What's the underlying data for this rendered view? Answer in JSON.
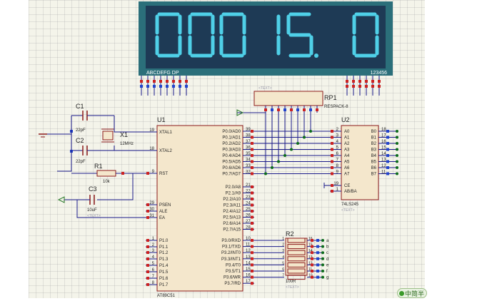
{
  "display": {
    "digits": "00015.0",
    "segment_label": "ABCDEFG DP",
    "digit_label": "123456",
    "text_placeholder": "<TEXT>"
  },
  "components": {
    "c1": {
      "ref": "C1",
      "value": "22pF"
    },
    "c2": {
      "ref": "C2",
      "value": "22pF"
    },
    "c3": {
      "ref": "C3",
      "value": "10uF"
    },
    "x1": {
      "ref": "X1",
      "value": "12MHz"
    },
    "r1": {
      "ref": "R1",
      "value": "10k"
    },
    "rp1": {
      "ref": "RP1",
      "value": "RESPACK-8"
    },
    "r2": {
      "ref": "R2",
      "value": "100R"
    },
    "u1": {
      "ref": "U1",
      "part": "AT89C51"
    },
    "u2": {
      "ref": "U2",
      "part": "74LS245"
    }
  },
  "u1_left_pins": [
    {
      "num": "19",
      "name": "XTAL1"
    },
    {
      "num": "18",
      "name": "XTAL2"
    },
    {
      "num": "9",
      "name": "RST"
    },
    {
      "num": "29",
      "name": "PSEN"
    },
    {
      "num": "30",
      "name": "ALE"
    },
    {
      "num": "31",
      "name": "EA"
    },
    {
      "num": "1",
      "name": "P1.0"
    },
    {
      "num": "2",
      "name": "P1.1"
    },
    {
      "num": "3",
      "name": "P1.2"
    },
    {
      "num": "4",
      "name": "P1.3"
    },
    {
      "num": "5",
      "name": "P1.4"
    },
    {
      "num": "6",
      "name": "P1.5"
    },
    {
      "num": "7",
      "name": "P1.6"
    },
    {
      "num": "8",
      "name": "P1.7"
    }
  ],
  "u1_right_pins": [
    {
      "num": "39",
      "name": "P0.0/AD0"
    },
    {
      "num": "38",
      "name": "P0.1/AD1"
    },
    {
      "num": "37",
      "name": "P0.2/AD2"
    },
    {
      "num": "36",
      "name": "P0.3/AD3"
    },
    {
      "num": "35",
      "name": "P0.4/AD4"
    },
    {
      "num": "34",
      "name": "P0.5/AD5"
    },
    {
      "num": "33",
      "name": "P0.6/AD6"
    },
    {
      "num": "32",
      "name": "P0.7/AD7"
    },
    {
      "num": "21",
      "name": "P2.0/A8"
    },
    {
      "num": "22",
      "name": "P2.1/A9"
    },
    {
      "num": "23",
      "name": "P2.2/A10"
    },
    {
      "num": "24",
      "name": "P2.3/A11"
    },
    {
      "num": "25",
      "name": "P2.4/A12"
    },
    {
      "num": "26",
      "name": "P2.5/A13"
    },
    {
      "num": "27",
      "name": "P2.6/A14"
    },
    {
      "num": "28",
      "name": "P2.7/A15"
    },
    {
      "num": "10",
      "name": "P3.0/RXD"
    },
    {
      "num": "11",
      "name": "P3.1/TXD"
    },
    {
      "num": "12",
      "name": "P3.2/INT0"
    },
    {
      "num": "13",
      "name": "P3.3/INT1"
    },
    {
      "num": "14",
      "name": "P3.4/T0"
    },
    {
      "num": "15",
      "name": "P3.5/T1"
    },
    {
      "num": "16",
      "name": "P3.6/WR"
    },
    {
      "num": "17",
      "name": "P3.7/RD"
    }
  ],
  "u2_left_pins": [
    {
      "num": "2",
      "name": "A0"
    },
    {
      "num": "3",
      "name": "A1"
    },
    {
      "num": "4",
      "name": "A2"
    },
    {
      "num": "5",
      "name": "A3"
    },
    {
      "num": "6",
      "name": "A4"
    },
    {
      "num": "7",
      "name": "A5"
    },
    {
      "num": "8",
      "name": "A6"
    },
    {
      "num": "9",
      "name": "A7"
    },
    {
      "num": "19",
      "name": "CE"
    },
    {
      "num": "1",
      "name": "AB/BA"
    }
  ],
  "u2_right_pins": [
    {
      "num": "18",
      "name": "B0"
    },
    {
      "num": "17",
      "name": "B1"
    },
    {
      "num": "16",
      "name": "B2"
    },
    {
      "num": "15",
      "name": "B3"
    },
    {
      "num": "14",
      "name": "B4"
    },
    {
      "num": "13",
      "name": "B5"
    },
    {
      "num": "12",
      "name": "B6"
    },
    {
      "num": "11",
      "name": "B7"
    }
  ],
  "r2_pins": [
    {
      "left": "1",
      "right": "16",
      "net": "a"
    },
    {
      "left": "2",
      "right": "15",
      "net": "b"
    },
    {
      "left": "3",
      "right": "14",
      "net": "c"
    },
    {
      "left": "4",
      "right": "13",
      "net": "d"
    },
    {
      "left": "5",
      "right": "12",
      "net": "e"
    },
    {
      "left": "6",
      "right": "11",
      "net": "f"
    },
    {
      "left": "7",
      "right": "10",
      "net": "g"
    }
  ],
  "watermark": "中简半",
  "colors": {
    "wire": "#1a1a8a",
    "component": "#8b1a1a",
    "chip_fill": "#f4e7cc",
    "display_bezel": "#2b6f7a",
    "display_bg": "#1e3a55",
    "segment_on": "#4fd0e8",
    "pin_red": "#cc2222",
    "pin_blue": "#2244cc",
    "net_dot": "#0b6b1b"
  }
}
